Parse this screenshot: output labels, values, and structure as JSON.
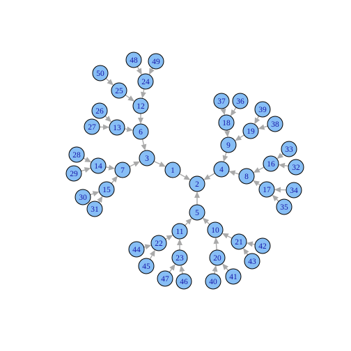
{
  "graph": {
    "edge_color": "#a9a9a9",
    "node_fill": "#87bef5",
    "node_stroke": "#000000",
    "label_color": "#1515a8",
    "nodes": [
      {
        "id": 1,
        "label": "1"
      },
      {
        "id": 2,
        "label": "2"
      },
      {
        "id": 3,
        "label": "3"
      },
      {
        "id": 4,
        "label": "4"
      },
      {
        "id": 5,
        "label": "5"
      },
      {
        "id": 6,
        "label": "6"
      },
      {
        "id": 7,
        "label": "7"
      },
      {
        "id": 8,
        "label": "8"
      },
      {
        "id": 9,
        "label": "9"
      },
      {
        "id": 10,
        "label": "10"
      },
      {
        "id": 11,
        "label": "11"
      },
      {
        "id": 12,
        "label": "12"
      },
      {
        "id": 13,
        "label": "13"
      },
      {
        "id": 14,
        "label": "14"
      },
      {
        "id": 15,
        "label": "15"
      },
      {
        "id": 16,
        "label": "16"
      },
      {
        "id": 17,
        "label": "17"
      },
      {
        "id": 18,
        "label": "18"
      },
      {
        "id": 19,
        "label": "19"
      },
      {
        "id": 20,
        "label": "20"
      },
      {
        "id": 21,
        "label": "21"
      },
      {
        "id": 22,
        "label": "22"
      },
      {
        "id": 23,
        "label": "23"
      },
      {
        "id": 24,
        "label": "24"
      },
      {
        "id": 25,
        "label": "25"
      },
      {
        "id": 26,
        "label": "26"
      },
      {
        "id": 27,
        "label": "27"
      },
      {
        "id": 28,
        "label": "28"
      },
      {
        "id": 29,
        "label": "29"
      },
      {
        "id": 30,
        "label": "30"
      },
      {
        "id": 31,
        "label": "31"
      },
      {
        "id": 32,
        "label": "32"
      },
      {
        "id": 33,
        "label": "33"
      },
      {
        "id": 34,
        "label": "34"
      },
      {
        "id": 35,
        "label": "35"
      },
      {
        "id": 36,
        "label": "36"
      },
      {
        "id": 37,
        "label": "37"
      },
      {
        "id": 38,
        "label": "38"
      },
      {
        "id": 39,
        "label": "39"
      },
      {
        "id": 40,
        "label": "40"
      },
      {
        "id": 41,
        "label": "41"
      },
      {
        "id": 42,
        "label": "42"
      },
      {
        "id": 43,
        "label": "43"
      },
      {
        "id": 44,
        "label": "44"
      },
      {
        "id": 45,
        "label": "45"
      },
      {
        "id": 46,
        "label": "46"
      },
      {
        "id": 47,
        "label": "47"
      },
      {
        "id": 48,
        "label": "48"
      },
      {
        "id": 49,
        "label": "49"
      },
      {
        "id": 50,
        "label": "50"
      }
    ],
    "edges": [
      [
        1,
        2
      ],
      [
        3,
        1
      ],
      [
        4,
        2
      ],
      [
        5,
        2
      ],
      [
        6,
        3
      ],
      [
        7,
        3
      ],
      [
        8,
        4
      ],
      [
        9,
        4
      ],
      [
        10,
        5
      ],
      [
        11,
        5
      ],
      [
        12,
        6
      ],
      [
        13,
        6
      ],
      [
        14,
        7
      ],
      [
        15,
        7
      ],
      [
        16,
        8
      ],
      [
        17,
        8
      ],
      [
        18,
        9
      ],
      [
        19,
        9
      ],
      [
        20,
        10
      ],
      [
        21,
        10
      ],
      [
        22,
        11
      ],
      [
        23,
        11
      ],
      [
        24,
        12
      ],
      [
        25,
        12
      ],
      [
        26,
        13
      ],
      [
        27,
        13
      ],
      [
        28,
        14
      ],
      [
        29,
        14
      ],
      [
        30,
        15
      ],
      [
        31,
        15
      ],
      [
        32,
        16
      ],
      [
        33,
        16
      ],
      [
        34,
        17
      ],
      [
        35,
        17
      ],
      [
        36,
        18
      ],
      [
        37,
        18
      ],
      [
        38,
        19
      ],
      [
        39,
        19
      ],
      [
        40,
        20
      ],
      [
        41,
        20
      ],
      [
        42,
        21
      ],
      [
        43,
        21
      ],
      [
        44,
        22
      ],
      [
        45,
        22
      ],
      [
        46,
        23
      ],
      [
        47,
        23
      ],
      [
        48,
        24
      ],
      [
        49,
        24
      ],
      [
        50,
        25
      ]
    ]
  }
}
